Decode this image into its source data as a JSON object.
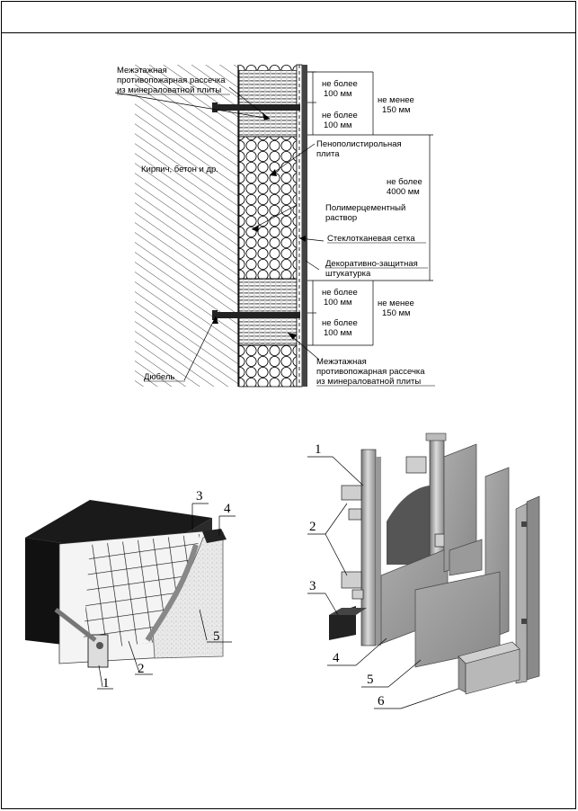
{
  "top_diagram": {
    "labels": {
      "firebreak_top_1": "Межэтажная",
      "firebreak_top_2": "противопожарная рассечка",
      "firebreak_top_3": "из минераловатной плиты",
      "wall": "Кирпич, бетон и др.",
      "foam_1": "Пенополистирольная",
      "foam_2": "плита",
      "mortar_1": "Полимерцементный",
      "mortar_2": "раствор",
      "mesh": "Стеклотканевая сетка",
      "plaster_1": "Декоративно-защитная",
      "plaster_2": "штукатурка",
      "dowel": "Дюбель",
      "firebreak_bot_1": "Межэтажная",
      "firebreak_bot_2": "противопожарная рассечка",
      "firebreak_bot_3": "из минераловатной плиты"
    },
    "dimensions": {
      "top_a_1": "не более",
      "top_a_2": "100 мм",
      "top_b_1": "не более",
      "top_b_2": "100 мм",
      "top_total_1": "не менее",
      "top_total_2": "150 мм",
      "mid_1": "не более",
      "mid_2": "4000 мм",
      "bot_a_1": "не более",
      "bot_a_2": "100 мм",
      "bot_b_1": "не более",
      "bot_b_2": "100 мм",
      "bot_total_1": "не менее",
      "bot_total_2": "150 мм"
    }
  },
  "left_diagram": {
    "callouts": [
      "1",
      "2",
      "3",
      "4",
      "5"
    ]
  },
  "right_diagram": {
    "callouts": [
      "1",
      "2",
      "3",
      "4",
      "5",
      "6"
    ]
  }
}
